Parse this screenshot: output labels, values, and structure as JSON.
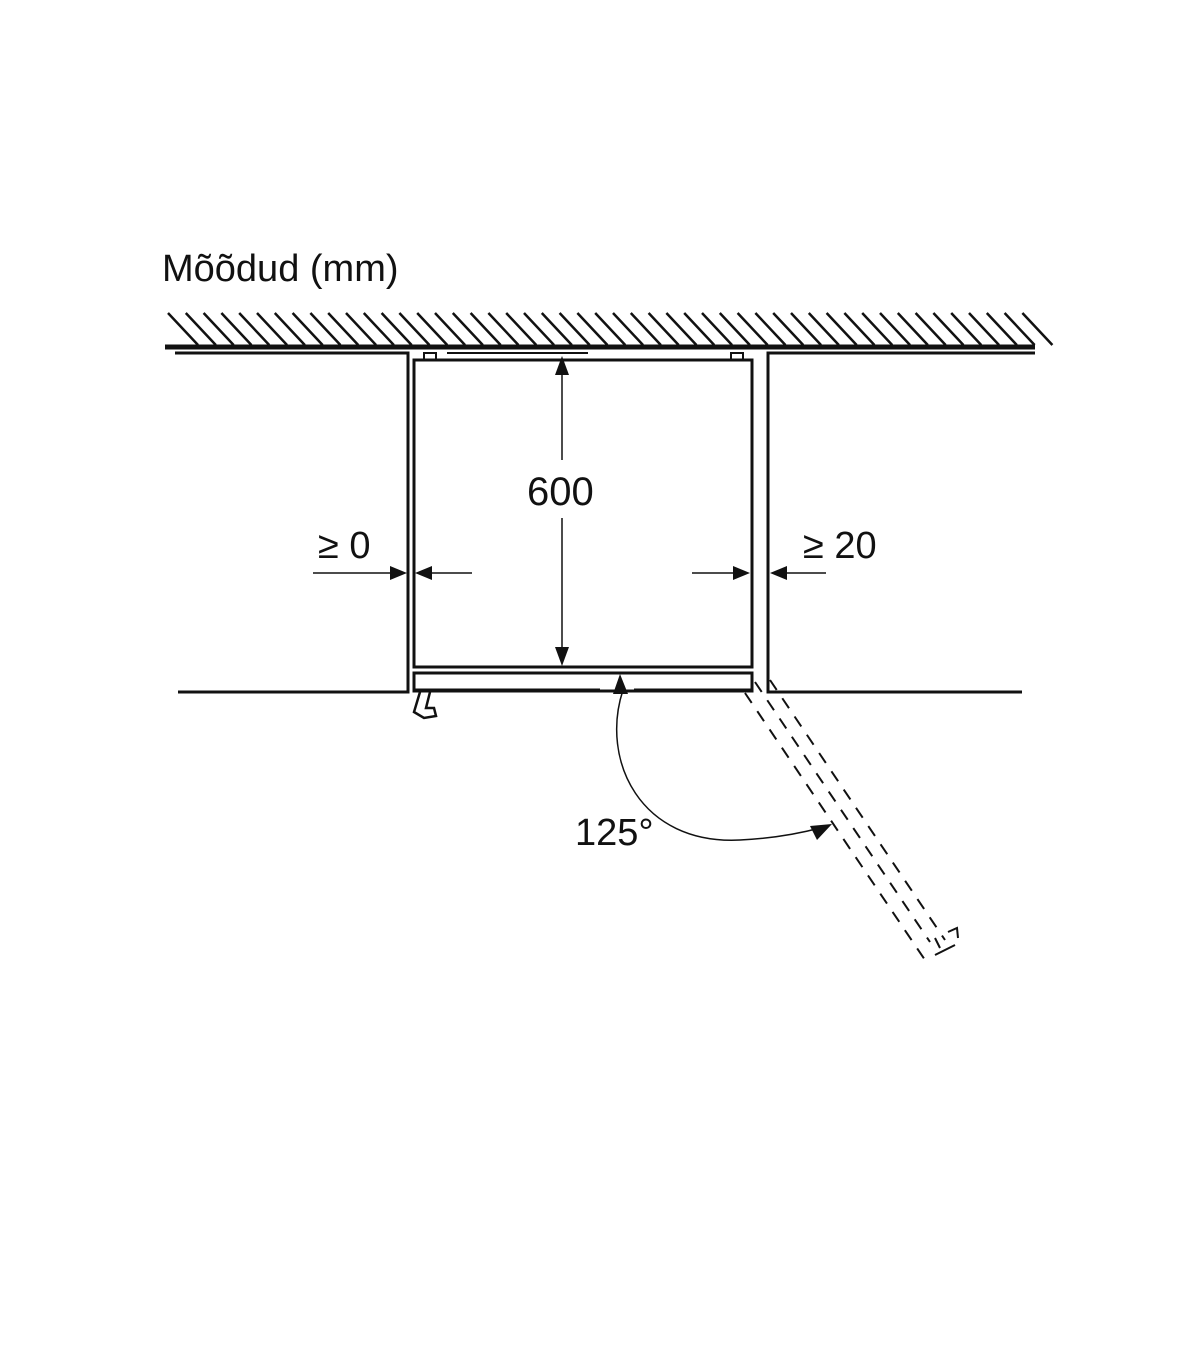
{
  "title": "Mõõdud (mm)",
  "dimensions": {
    "depth": "600",
    "left_gap": "≥ 0",
    "right_gap": "≥ 20",
    "door_angle": "125°"
  },
  "colors": {
    "line": "#111111",
    "background": "#ffffff"
  }
}
